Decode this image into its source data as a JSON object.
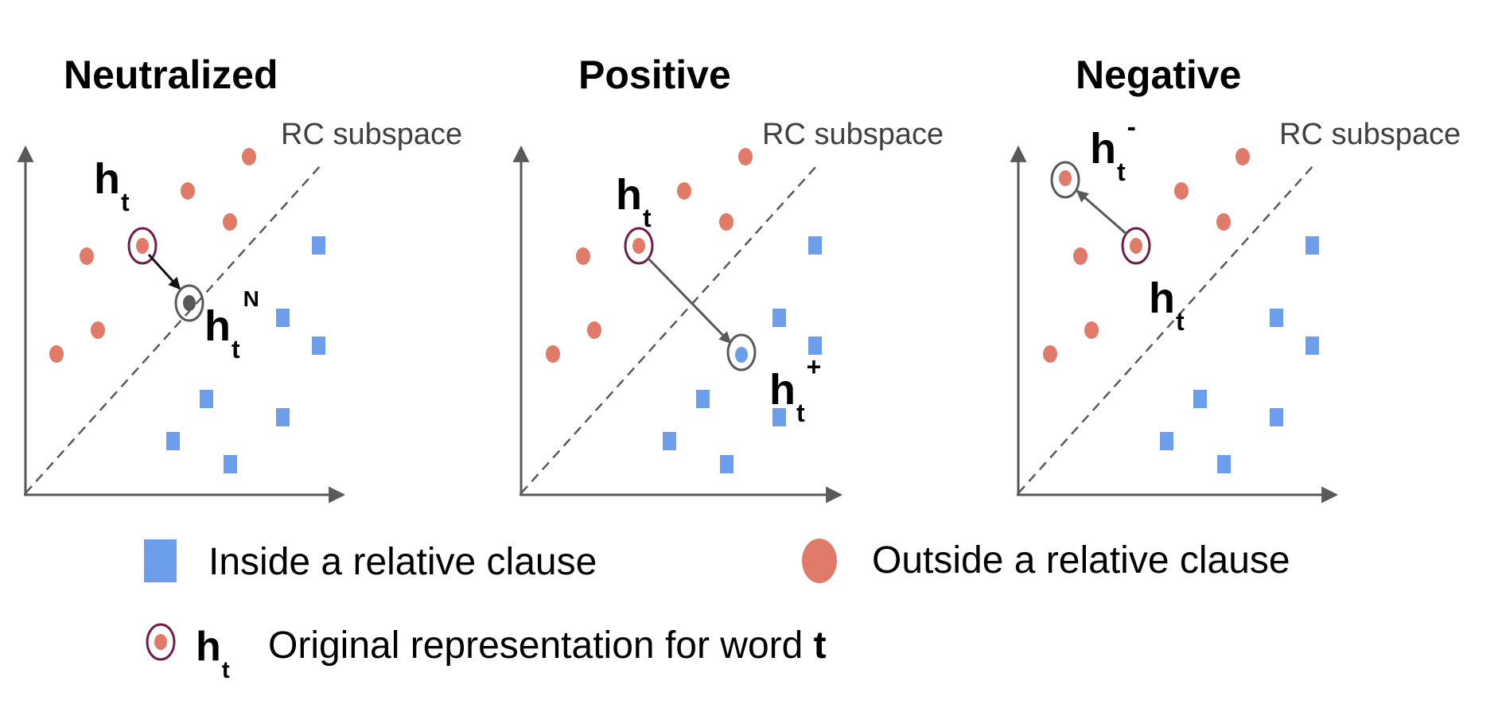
{
  "colors": {
    "inside": "#6d9eeb",
    "outside": "#e07b6a",
    "axis": "#595959",
    "ring_original": "#741b47",
    "ring_result": "#595959",
    "neutral_point": "#595959",
    "text": "#000000",
    "subspace_text": "#404040"
  },
  "panels": [
    {
      "id": "neutralized",
      "title": "Neutralized",
      "subspace_label": "RC subspace",
      "original_label": {
        "base": "h",
        "sub": "t",
        "sup": ""
      },
      "result_label": {
        "base": "h",
        "sub": "t",
        "sup": "N"
      },
      "result_fill": "neutral"
    },
    {
      "id": "positive",
      "title": "Positive",
      "subspace_label": "RC subspace",
      "original_label": {
        "base": "h",
        "sub": "t",
        "sup": ""
      },
      "result_label": {
        "base": "h",
        "sub": "t",
        "sup": "+"
      },
      "result_fill": "inside"
    },
    {
      "id": "negative",
      "title": "Negative",
      "subspace_label": "RC subspace",
      "original_label": {
        "base": "h",
        "sub": "t",
        "sup": ""
      },
      "result_label": {
        "base": "h",
        "sub": "t",
        "sup": "-"
      },
      "result_fill": "outside"
    }
  ],
  "legend": {
    "inside": "Inside a relative clause",
    "outside": "Outside a relative clause",
    "original_symbol": {
      "base": "h",
      "sub": "t"
    },
    "original_text": "Original representation for word ",
    "original_word": "t"
  }
}
